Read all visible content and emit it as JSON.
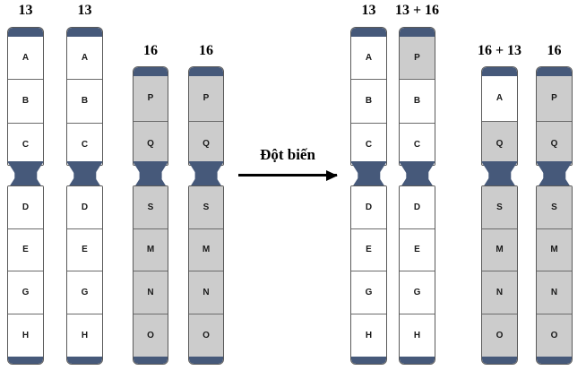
{
  "figure": {
    "title_text": "",
    "arrow": {
      "label": "Đột biến",
      "direction": "right"
    },
    "colors": {
      "cap": "#46597a",
      "band_gray": "#cccccc",
      "band_white": "#ffffff",
      "outline": "#5a5a5a",
      "text": "#000000",
      "background": "#ffffff"
    }
  },
  "left_group": {
    "caption": "",
    "chromosomes": [
      {
        "label": "13",
        "upper_bands": [
          {
            "text": "A",
            "shade": "white"
          },
          {
            "text": "B",
            "shade": "white"
          },
          {
            "text": "C",
            "shade": "white"
          }
        ],
        "lower_bands": [
          {
            "text": "D",
            "shade": "white"
          },
          {
            "text": "E",
            "shade": "white"
          },
          {
            "text": "G",
            "shade": "white"
          },
          {
            "text": "H",
            "shade": "white"
          }
        ]
      },
      {
        "label": "13",
        "upper_bands": [
          {
            "text": "A",
            "shade": "white"
          },
          {
            "text": "B",
            "shade": "white"
          },
          {
            "text": "C",
            "shade": "white"
          }
        ],
        "lower_bands": [
          {
            "text": "D",
            "shade": "white"
          },
          {
            "text": "E",
            "shade": "white"
          },
          {
            "text": "G",
            "shade": "white"
          },
          {
            "text": "H",
            "shade": "white"
          }
        ]
      },
      {
        "label": "16",
        "upper_bands": [
          {
            "text": "P",
            "shade": "gray"
          },
          {
            "text": "Q",
            "shade": "gray"
          }
        ],
        "lower_bands": [
          {
            "text": "S",
            "shade": "gray"
          },
          {
            "text": "M",
            "shade": "gray"
          },
          {
            "text": "N",
            "shade": "gray"
          },
          {
            "text": "O",
            "shade": "gray"
          }
        ]
      },
      {
        "label": "16",
        "upper_bands": [
          {
            "text": "P",
            "shade": "gray"
          },
          {
            "text": "Q",
            "shade": "gray"
          }
        ],
        "lower_bands": [
          {
            "text": "S",
            "shade": "gray"
          },
          {
            "text": "M",
            "shade": "gray"
          },
          {
            "text": "N",
            "shade": "gray"
          },
          {
            "text": "O",
            "shade": "gray"
          }
        ]
      }
    ]
  },
  "right_group": {
    "caption": "",
    "chromosomes": [
      {
        "label": "13",
        "upper_bands": [
          {
            "text": "A",
            "shade": "white"
          },
          {
            "text": "B",
            "shade": "white"
          },
          {
            "text": "C",
            "shade": "white"
          }
        ],
        "lower_bands": [
          {
            "text": "D",
            "shade": "white"
          },
          {
            "text": "E",
            "shade": "white"
          },
          {
            "text": "G",
            "shade": "white"
          },
          {
            "text": "H",
            "shade": "white"
          }
        ]
      },
      {
        "label": "13 + 16",
        "upper_bands": [
          {
            "text": "P",
            "shade": "gray"
          },
          {
            "text": "B",
            "shade": "white"
          },
          {
            "text": "C",
            "shade": "white"
          }
        ],
        "lower_bands": [
          {
            "text": "D",
            "shade": "white"
          },
          {
            "text": "E",
            "shade": "white"
          },
          {
            "text": "G",
            "shade": "white"
          },
          {
            "text": "H",
            "shade": "white"
          }
        ]
      },
      {
        "label": "16 + 13",
        "upper_bands": [
          {
            "text": "A",
            "shade": "white"
          },
          {
            "text": "Q",
            "shade": "gray"
          }
        ],
        "lower_bands": [
          {
            "text": "S",
            "shade": "gray"
          },
          {
            "text": "M",
            "shade": "gray"
          },
          {
            "text": "N",
            "shade": "gray"
          },
          {
            "text": "O",
            "shade": "gray"
          }
        ]
      },
      {
        "label": "16",
        "upper_bands": [
          {
            "text": "P",
            "shade": "gray"
          },
          {
            "text": "Q",
            "shade": "gray"
          }
        ],
        "lower_bands": [
          {
            "text": "S",
            "shade": "gray"
          },
          {
            "text": "M",
            "shade": "gray"
          },
          {
            "text": "N",
            "shade": "gray"
          },
          {
            "text": "O",
            "shade": "gray"
          }
        ]
      }
    ]
  }
}
